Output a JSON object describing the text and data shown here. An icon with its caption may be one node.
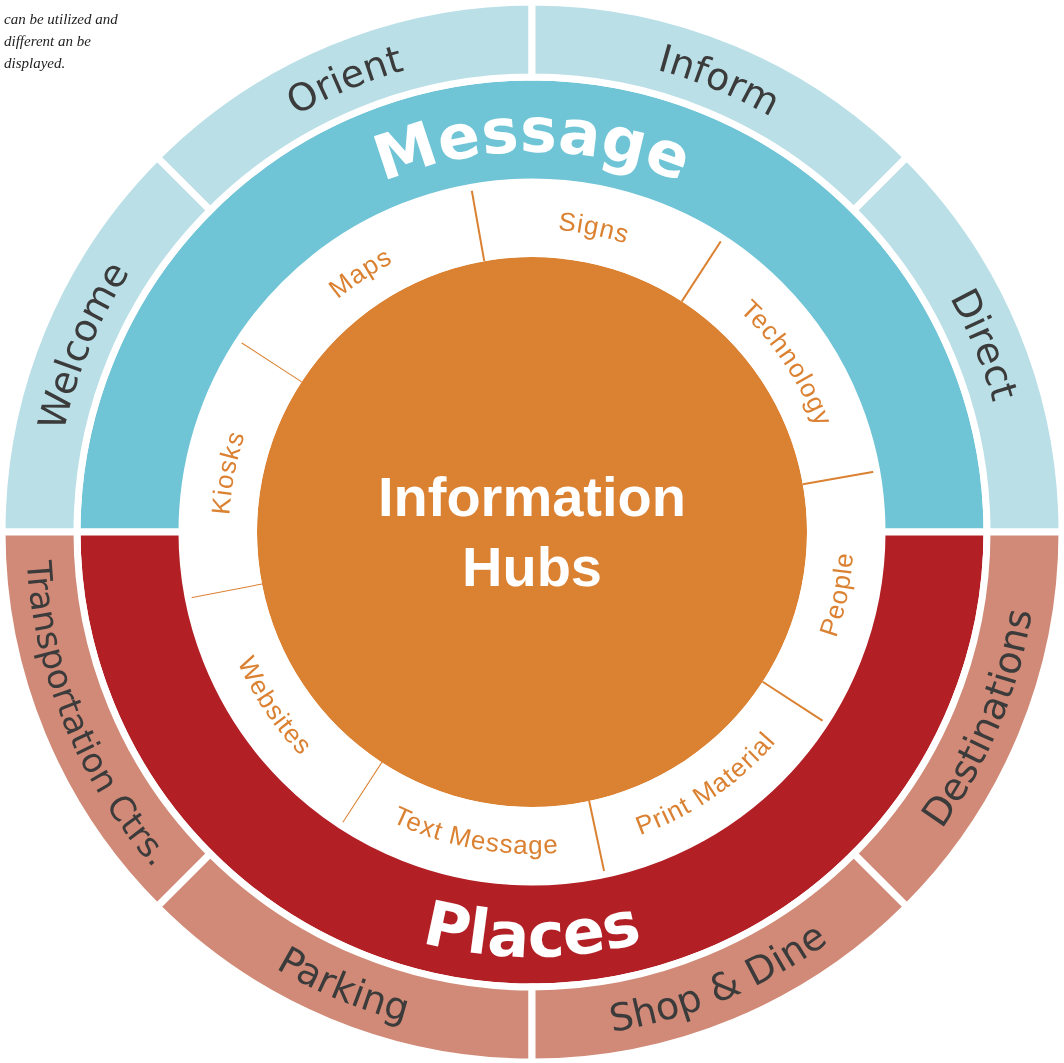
{
  "diagram": {
    "nodes": [
      {
        "text": [
          "Welcome"
        ]
      },
      {
        "text": [
          "Orient"
        ]
      },
      {
        "text": [
          "Inform"
        ]
      },
      {
        "text": [
          "Direct"
        ]
      },
      {
        "text": [
          "Message"
        ]
      },
      {
        "text": [
          "Maps"
        ]
      },
      {
        "text": [
          "Signs"
        ]
      },
      {
        "text": [
          "Technology"
        ]
      },
      {
        "text": [
          "Kiosks"
        ]
      },
      {
        "text": [
          "Information Hubs"
        ]
      },
      {
        "text": [
          "People"
        ]
      },
      {
        "text": [
          "Websites"
        ]
      },
      {
        "text": [
          "Print Material"
        ]
      },
      {
        "text": [
          "Text Message"
        ]
      },
      {
        "text": [
          "Places"
        ]
      },
      {
        "text": [
          "Transportation Ctrs."
        ]
      },
      {
        "text": [
          "Destinations"
        ]
      },
      {
        "text": [
          "Parking"
        ]
      },
      {
        "text": [
          "Shop & Dine"
        ]
      }
    ],
    "edges": [],
    "labels": [
      "can be utilized and different an be displayed."
    ]
  }
}
